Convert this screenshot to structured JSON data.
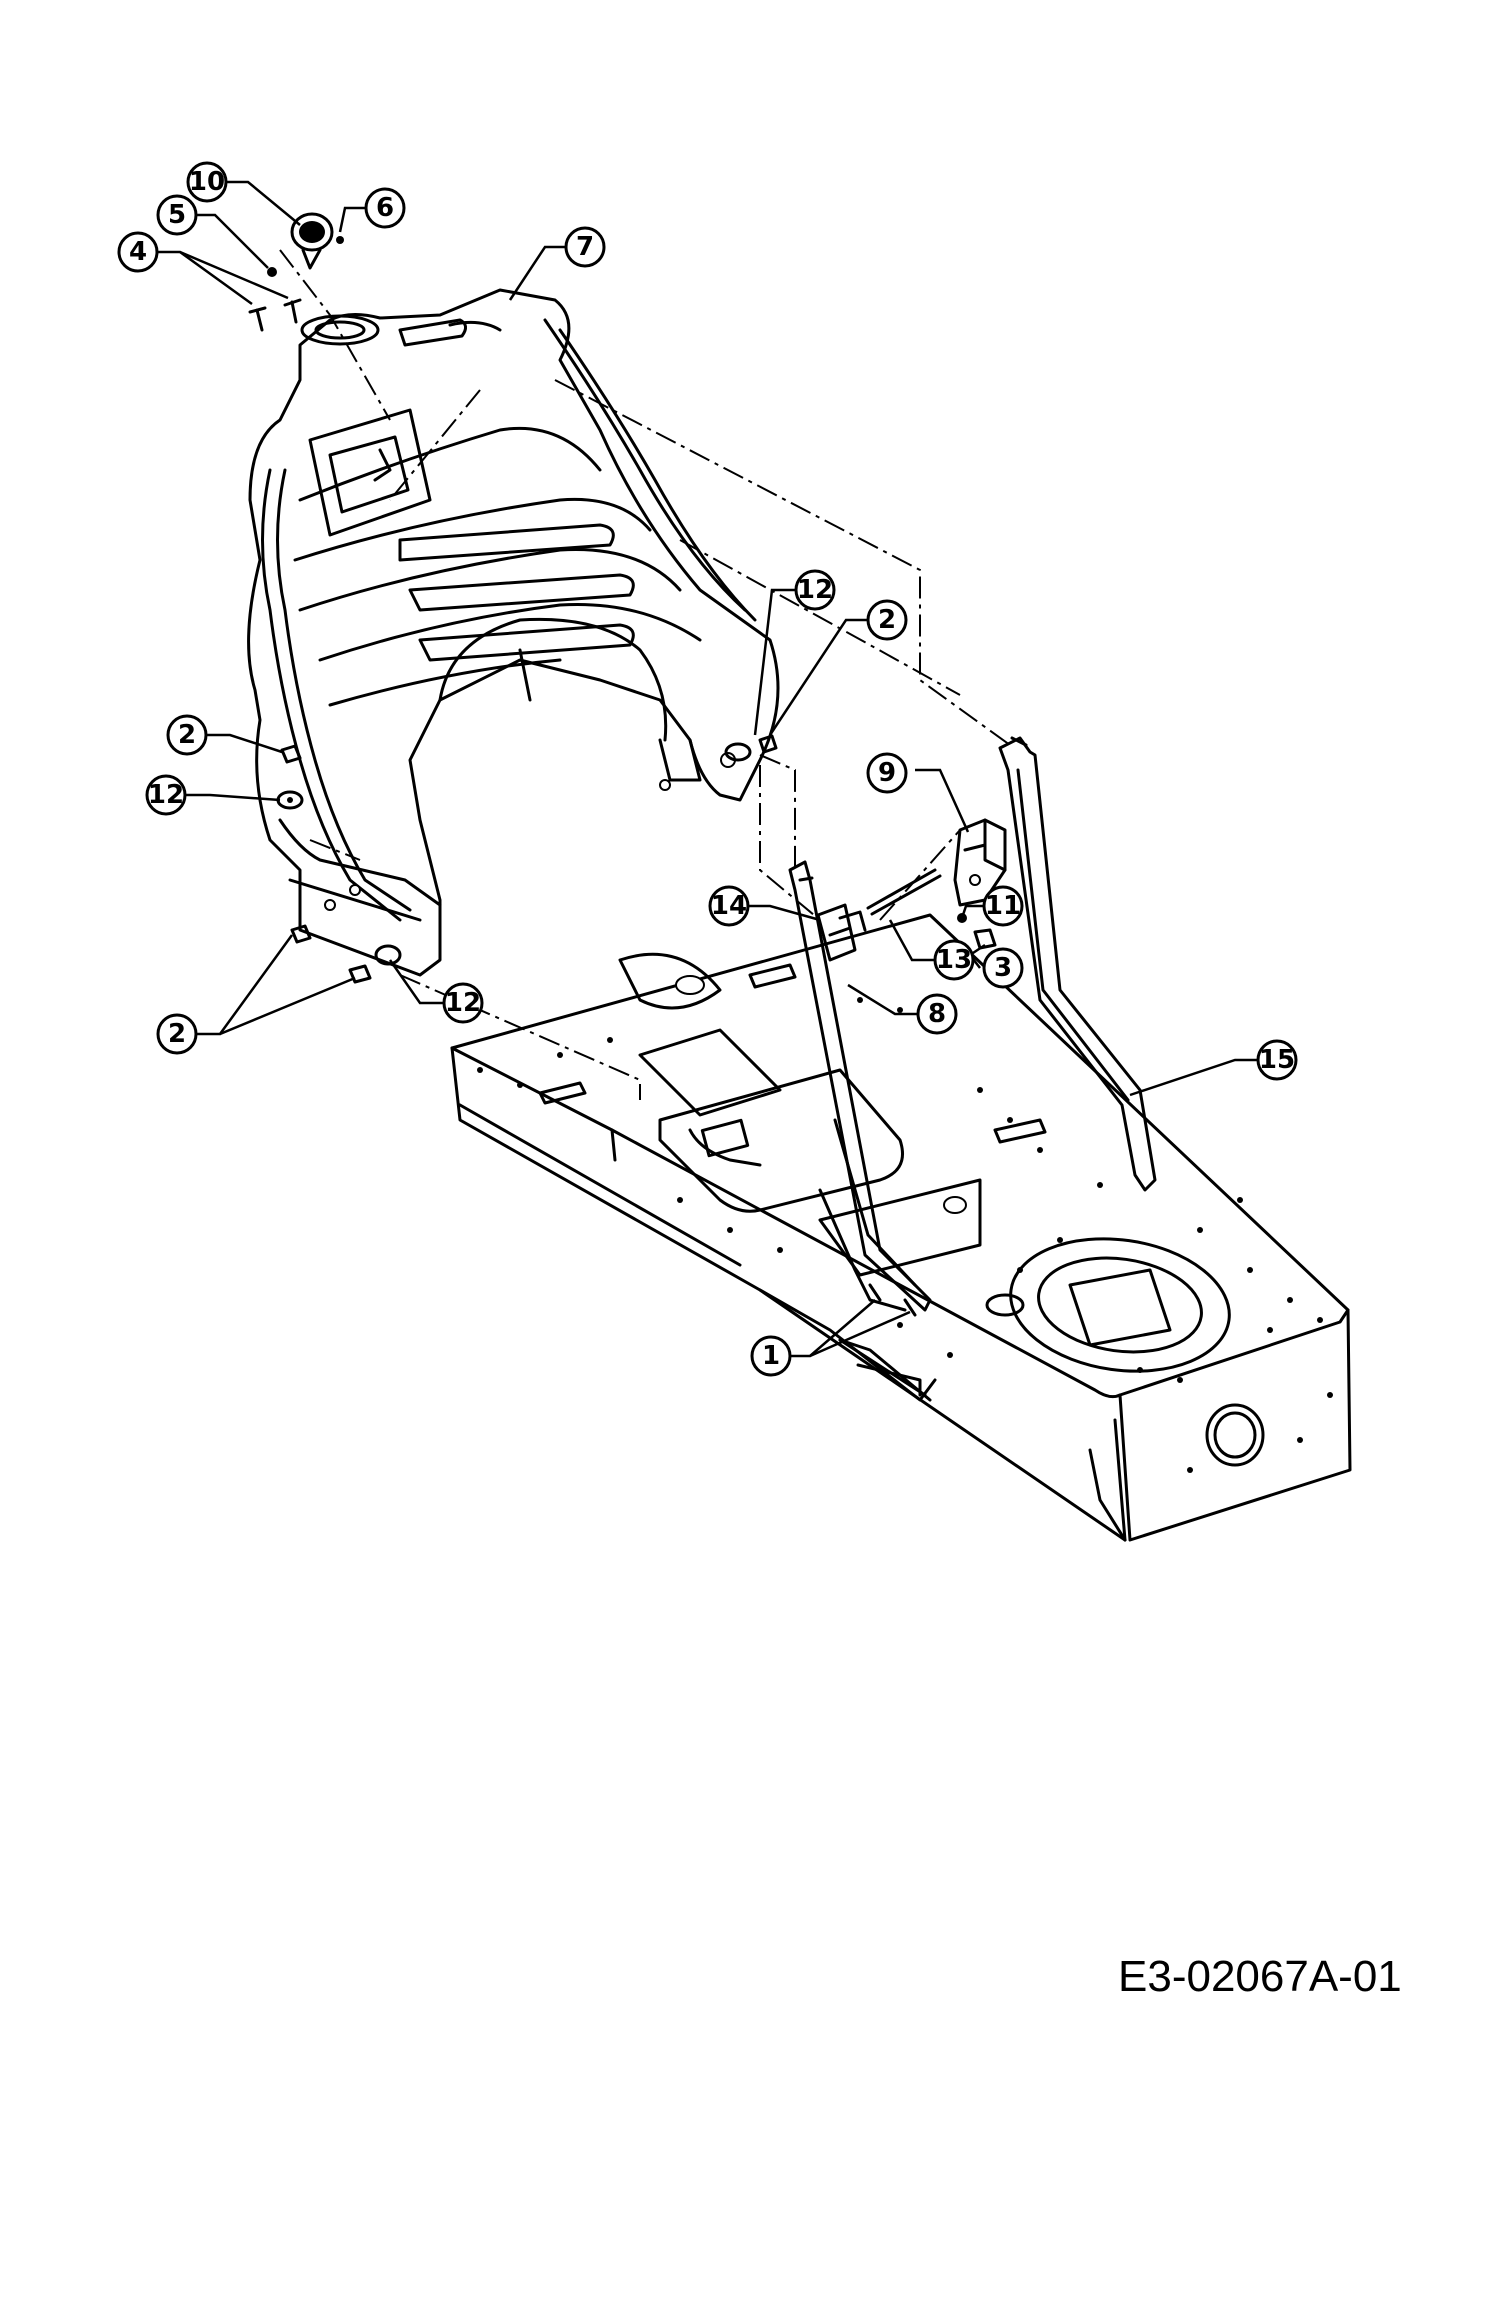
{
  "callouts": [
    {
      "id": "c10",
      "label": "10"
    },
    {
      "id": "c6",
      "label": "6"
    },
    {
      "id": "c5",
      "label": "5"
    },
    {
      "id": "c4",
      "label": "4"
    },
    {
      "id": "c7",
      "label": "7"
    },
    {
      "id": "c12a",
      "label": "12"
    },
    {
      "id": "c2a",
      "label": "2"
    },
    {
      "id": "c9",
      "label": "9"
    },
    {
      "id": "c2b",
      "label": "2"
    },
    {
      "id": "c12b",
      "label": "12"
    },
    {
      "id": "c14",
      "label": "14"
    },
    {
      "id": "c11",
      "label": "11"
    },
    {
      "id": "c13",
      "label": "13"
    },
    {
      "id": "c3",
      "label": "3"
    },
    {
      "id": "c8",
      "label": "8"
    },
    {
      "id": "c2c",
      "label": "2"
    },
    {
      "id": "c12c",
      "label": "12"
    },
    {
      "id": "c15",
      "label": "15"
    },
    {
      "id": "c1",
      "label": "1"
    }
  ],
  "drawing_code": "E3-02067A-01"
}
